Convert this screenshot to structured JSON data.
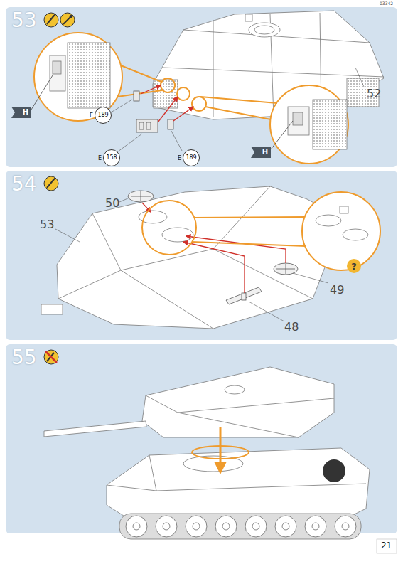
{
  "diagram": {
    "nodes": [
      {
        "text": [
          "53"
        ]
      },
      {
        "text": [
          "H"
        ],
        "in": 0
      },
      {
        "text": [
          "E",
          "189"
        ],
        "in": 0
      },
      {
        "text": [
          "E",
          "158"
        ],
        "in": 0
      },
      {
        "text": [
          "E",
          "189"
        ],
        "in": 0
      },
      {
        "text": [
          "H"
        ],
        "in": 0
      },
      {
        "text": [
          "54"
        ]
      },
      {
        "text": [
          "?"
        ],
        "in": 6
      },
      {
        "text": [
          "55"
        ]
      }
    ],
    "labels": [
      "03342",
      "52",
      "50",
      "53",
      "49",
      "48",
      "21"
    ]
  }
}
